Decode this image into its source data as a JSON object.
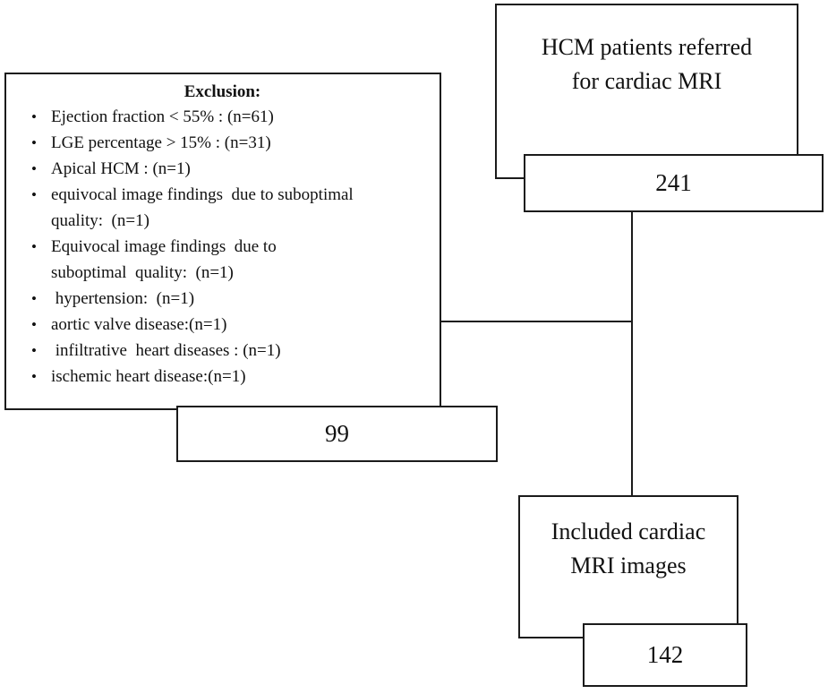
{
  "diagram": {
    "background_color": "#ffffff",
    "line_color": "#1b1b1b",
    "text_color": "#111111",
    "bullet_glyph": "•",
    "referred": {
      "label": "HCM patients referred for cardiac MRI",
      "count": "241"
    },
    "exclusion": {
      "title": "Exclusion:",
      "count": "99",
      "items": [
        {
          "lines": [
            "Ejection fraction < 55% : (n=61)"
          ]
        },
        {
          "lines": [
            "LGE percentage > 15% : (n=31)"
          ]
        },
        {
          "lines": [
            "Apical HCM : (n=1)"
          ]
        },
        {
          "lines": [
            "equivocal image findings  due to suboptimal",
            "quality:  (n=1)"
          ]
        },
        {
          "lines": [
            "Equivocal image findings  due to",
            "suboptimal  quality:  (n=1)"
          ]
        },
        {
          "lines": [
            " hypertension:  (n=1)"
          ]
        },
        {
          "lines": [
            "aortic valve disease:(n=1)"
          ]
        },
        {
          "lines": [
            " infiltrative  heart diseases : (n=1)"
          ]
        },
        {
          "lines": [
            "ischemic heart disease:(n=1)"
          ]
        }
      ]
    },
    "included": {
      "label": "Included cardiac MRI images",
      "count": "142"
    }
  }
}
